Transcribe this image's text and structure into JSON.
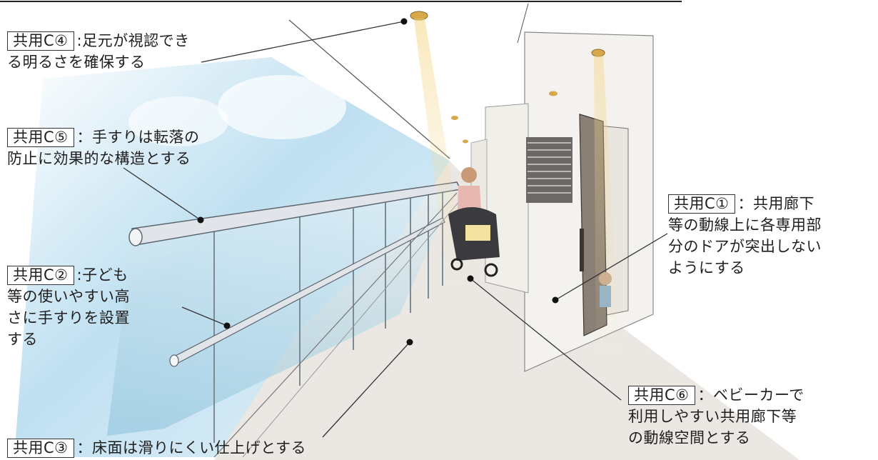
{
  "callouts": [
    {
      "id": "c4",
      "tag": "共用C④",
      "lines": [
        ":足元が視認でき",
        "る明るさを確保する"
      ]
    },
    {
      "id": "c5",
      "tag": "共用C⑤",
      "lines": [
        "：手すりは転落の",
        "防止に効果的な構造とする"
      ]
    },
    {
      "id": "c2",
      "tag": "共用C②",
      "lines": [
        ":子ども",
        "等の使いやすい高",
        "さに手すりを設置",
        "する"
      ]
    },
    {
      "id": "c3",
      "tag": "共用C③",
      "lines": [
        "：床面は滑りにくい仕上げとする"
      ]
    },
    {
      "id": "c1",
      "tag": "共用C①",
      "lines": [
        "：共用廊下",
        "等の動線上に各専用部",
        "分のドアが突出しない",
        "ようにする"
      ]
    },
    {
      "id": "c6",
      "tag": "共用C⑥",
      "lines": [
        "：ベビーカーで",
        "利用しやすい共用廊下等",
        "の動線空間とする"
      ]
    }
  ],
  "colors": {
    "sky": "#a9d3ea",
    "wall": "#f4f2ee",
    "floor": "#e8e5e0",
    "rail": "#d9dde2",
    "glass": "#cfe4ef",
    "door": "#8a7f74",
    "light_beam": "#f6dca0",
    "leader": "#333333"
  }
}
